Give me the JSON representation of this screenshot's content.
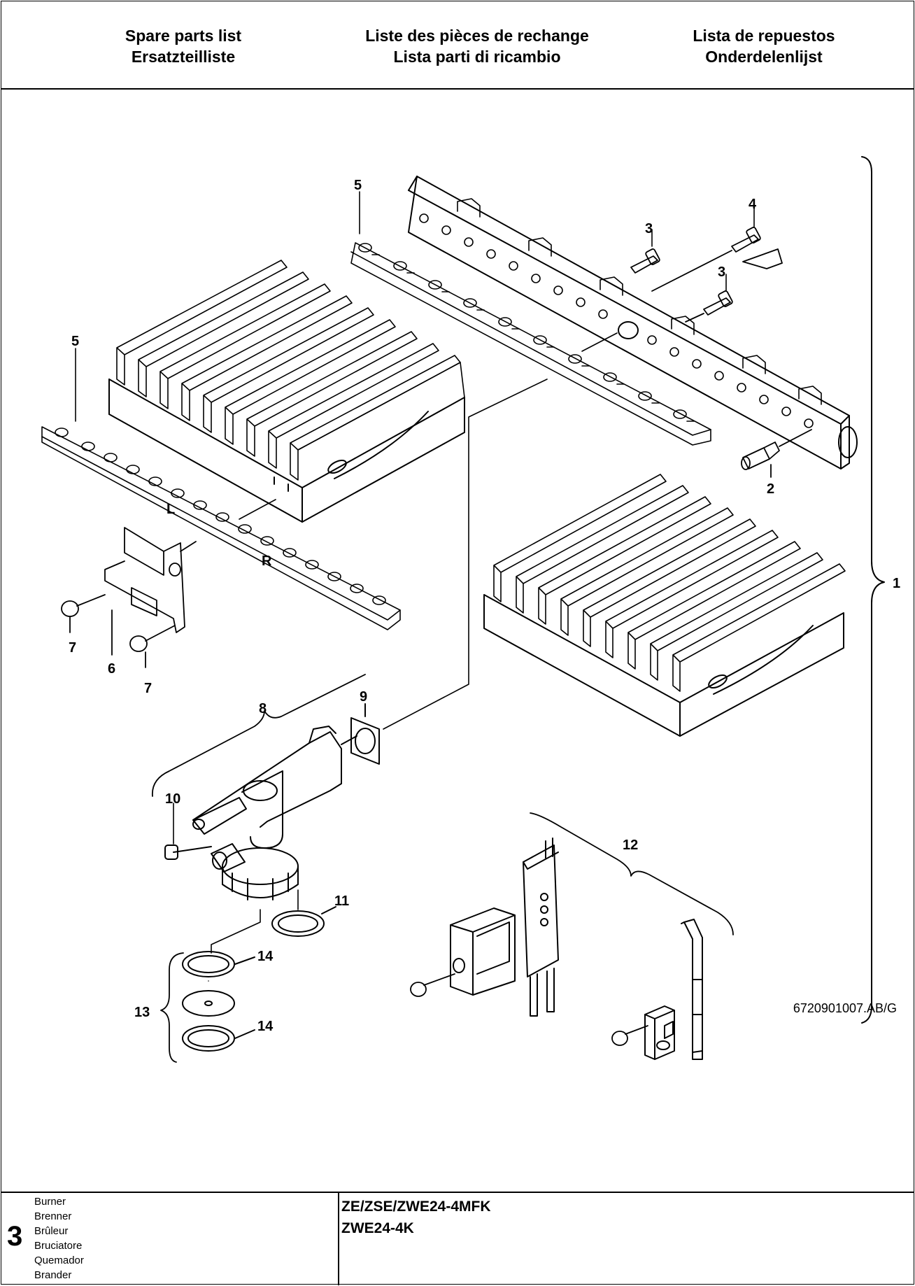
{
  "header": {
    "col1": [
      "Spare parts list",
      "Ersatzteilliste"
    ],
    "col2": [
      "Liste des pièces de rechange",
      "Lista parti di ricambio"
    ],
    "col3": [
      "Lista de repuestos",
      "Onderdelenlijst"
    ]
  },
  "drawing": {
    "doc_number": "6720901007.AB/G",
    "labels": [
      "1",
      "2",
      "3",
      "3",
      "4",
      "5",
      "5",
      "6",
      "7",
      "7",
      "8",
      "9",
      "10",
      "11",
      "12",
      "13",
      "14",
      "14"
    ]
  },
  "footer": {
    "section_number": "3",
    "names": [
      "Burner",
      "Brenner",
      "Brûleur",
      "Bruciatore",
      "Quemador",
      "Brander"
    ],
    "models": [
      "ZE/ZSE/ZWE24-4MFK",
      "ZWE24-4K"
    ]
  }
}
